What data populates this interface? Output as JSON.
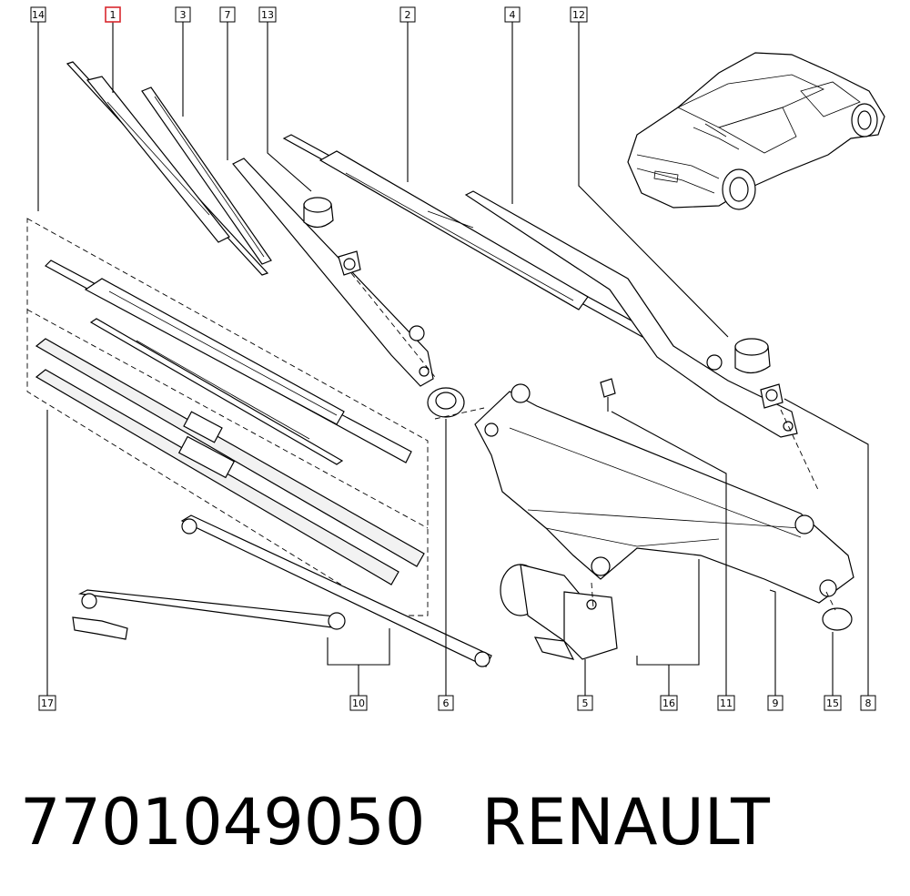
{
  "diagram": {
    "callouts": {
      "c14": "14",
      "c1": "1",
      "c3": "3",
      "c7": "7",
      "c13": "13",
      "c2": "2",
      "c4": "4",
      "c12": "12",
      "c17": "17",
      "c10": "10",
      "c6": "6",
      "c5": "5",
      "c16": "16",
      "c11": "11",
      "c9": "9",
      "c15": "15",
      "c8": "8"
    },
    "selected_callout": "1"
  },
  "caption": {
    "part_number": "7701049050",
    "brand": "RENAULT"
  }
}
